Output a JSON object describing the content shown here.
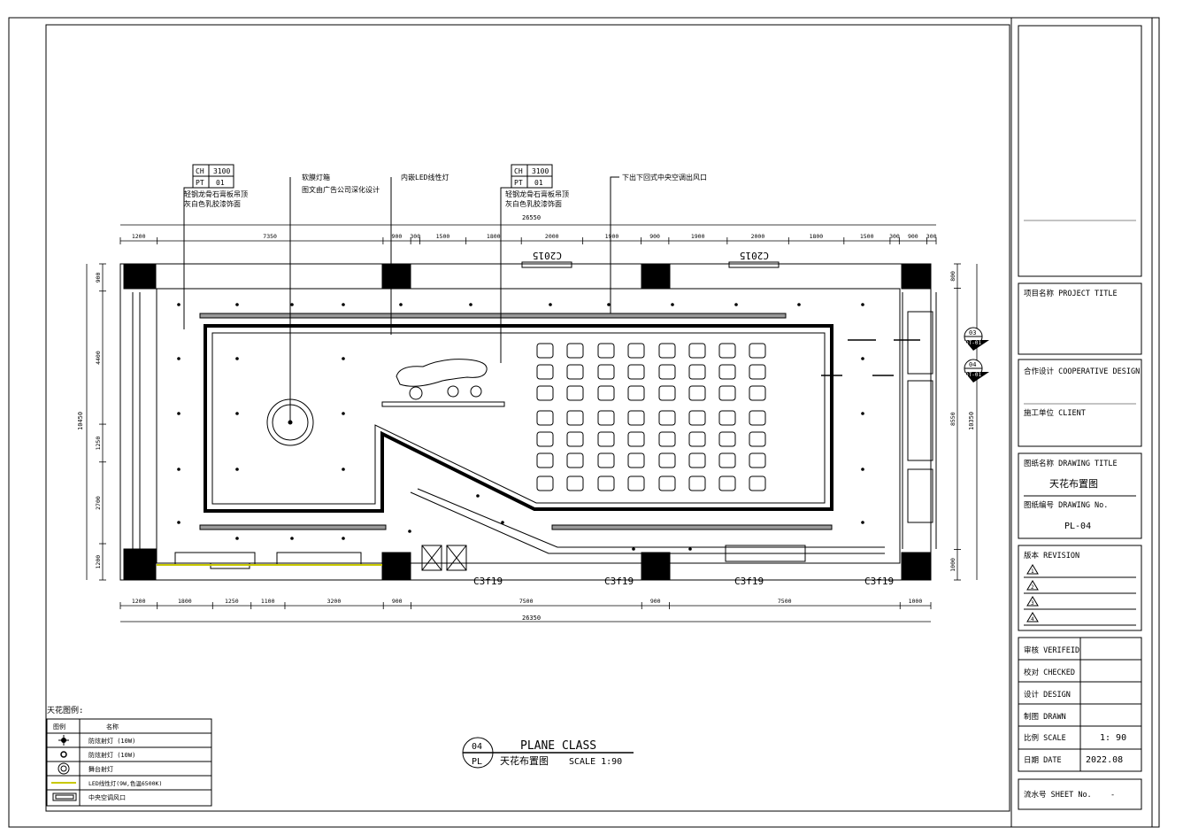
{
  "drawing": {
    "overall_width_top": "26550",
    "overall_width_bottom": "26350",
    "overall_height_left": "10450",
    "overall_height_right": "10350",
    "top_dims": [
      "1200",
      "7350",
      "900",
      "300",
      "1500",
      "1800",
      "2000",
      "1900",
      "900",
      "1900",
      "2000",
      "1800",
      "1500",
      "300",
      "900",
      "300"
    ],
    "bottom_dims": [
      "1200",
      "1800",
      "1250",
      "1100",
      "3200",
      "900",
      "7500",
      "900",
      "7500",
      "1000"
    ],
    "left_dims": [
      "900",
      "4400",
      "1250",
      "2700",
      "1200"
    ],
    "right_dims": [
      "800",
      "8550",
      "1000"
    ],
    "window_tags_top": [
      "C2015",
      "C2015"
    ],
    "window_tags_bottom": [
      "C3f19",
      "C3f19",
      "C3f19",
      "C3f19"
    ],
    "callouts": [
      {
        "ch_label": "CH",
        "ch_value": "3100",
        "pt_label": "PT",
        "pt_value": "01",
        "line1": "轻钢龙骨石膏板吊顶",
        "line2": "灰白色乳胶漆饰面"
      },
      {
        "line1": "软膜灯箱",
        "line2": "图文由广告公司深化设计"
      },
      {
        "line1": "内嵌LED线性灯"
      },
      {
        "ch_label": "CH",
        "ch_value": "3100",
        "pt_label": "PT",
        "pt_value": "01",
        "line1": "轻钢龙骨石膏板吊顶",
        "line2": "灰白色乳胶漆饰面"
      },
      {
        "line1": "下出下回式中央空调出风口"
      }
    ],
    "section_markers": [
      {
        "num": "03",
        "ref": "DT-01"
      },
      {
        "num": "04",
        "ref": "DT-01"
      }
    ],
    "plane_title": {
      "num": "04",
      "ref": "PL",
      "title_en": "PLANE CLASS",
      "title_cn": "天花布置图",
      "scale": "SCALE 1:90"
    },
    "legend": {
      "heading": "天花图例:",
      "col_symbol": "图例",
      "col_name": "名称",
      "rows": [
        {
          "icon": "downlight-cross-icon",
          "name": "防炫射灯 (10W)"
        },
        {
          "icon": "downlight-ring-icon",
          "name": "防炫射灯 (10W)"
        },
        {
          "icon": "stage-light-icon",
          "name": "舞台射灯"
        },
        {
          "icon": "led-line-icon",
          "name": "LED线性灯(9W,色温6500K)"
        },
        {
          "icon": "air-vent-icon",
          "name": "中央空调风口"
        }
      ]
    },
    "colors": {
      "line": "#000000",
      "led": "#c8c800",
      "grey": "#808080"
    }
  },
  "title_block": {
    "project_title": "项目名称 PROJECT TITLE",
    "cooperative_design": "合作设计 COOPERATIVE DESIGN",
    "client": "施工单位 CLIENT",
    "drawing_title_label": "图纸名称 DRAWING TITLE",
    "drawing_title_value": "天花布置图",
    "drawing_no_label": "图纸编号 DRAWING No.",
    "drawing_no_value": "PL-04",
    "revision_label": "版本 REVISION",
    "revision_marks": [
      "1",
      "2",
      "3",
      "4"
    ],
    "verified": "审核 VERIFEID",
    "checked": "校对 CHECKED",
    "design": "设计 DESIGN",
    "drawn": "制图 DRAWN",
    "scale_label": "比例 SCALE",
    "scale_value": "1: 90",
    "date_label": "日期 DATE",
    "date_value": "2022.08",
    "sheet_label": "流水号 SHEET No.",
    "sheet_value": "-"
  }
}
